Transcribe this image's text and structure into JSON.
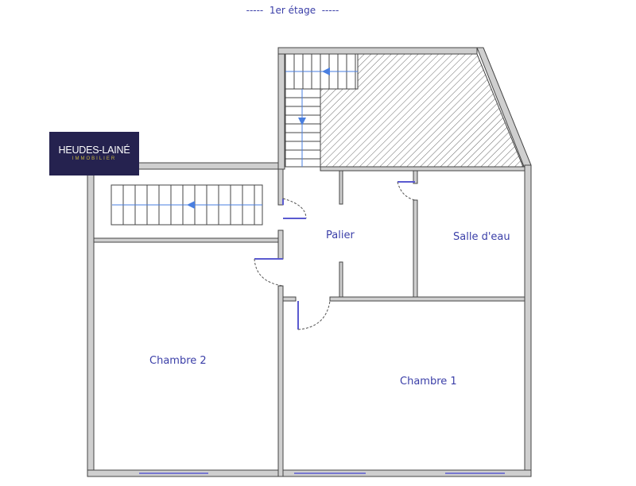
{
  "title": "-----  1er étage  -----",
  "logo": {
    "name": "HEUDES-LAINÉ",
    "subtitle": "IMMOBILIER"
  },
  "rooms": [
    "Palier",
    "Salle d'eau",
    "Chambre 2",
    "Chambre 1"
  ],
  "colors": {
    "wall": "#cfcfcf",
    "outline": "#444444",
    "label": "#3b3fa8",
    "arrow": "#4a7fe0",
    "logo_bg": "#25224f",
    "logo_sub": "#c8b640"
  }
}
